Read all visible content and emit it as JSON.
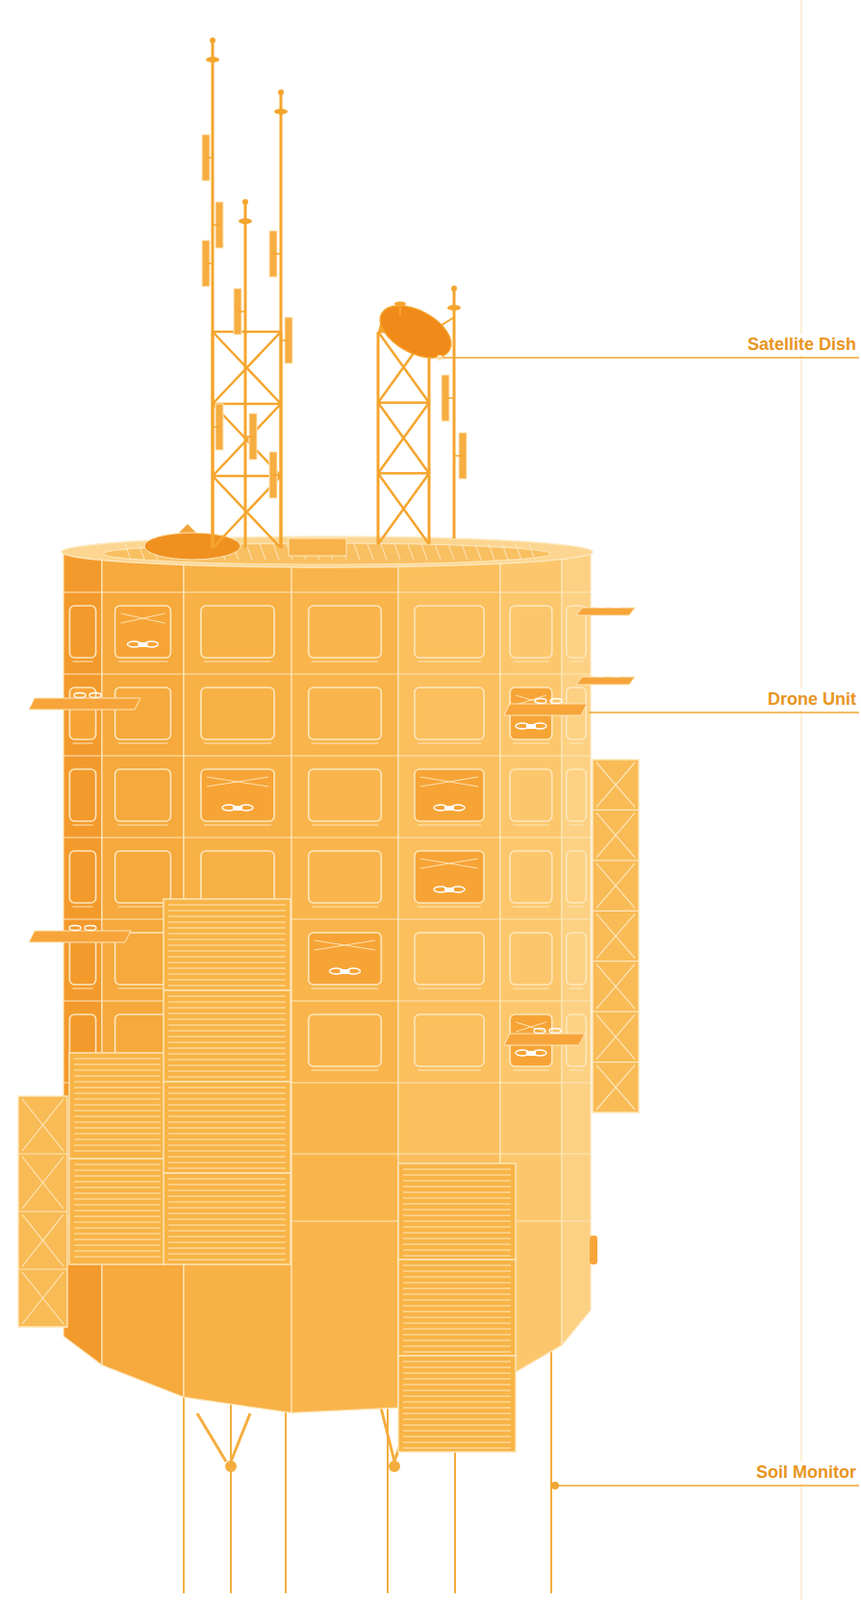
{
  "diagram": {
    "labels": [
      "Satellite Dish",
      "Drone Unit",
      "Soil Monitor"
    ]
  }
}
